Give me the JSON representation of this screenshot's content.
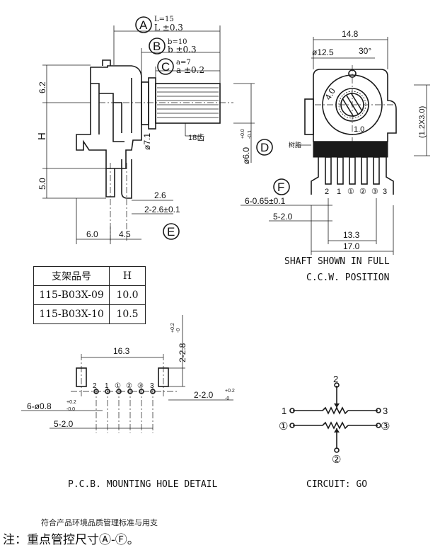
{
  "labels": {
    "A": "A",
    "B": "B",
    "C": "C",
    "D": "D",
    "E": "E",
    "F": "F",
    "L_nom": "L=15",
    "L_tol": "L ±0.3",
    "b_nom": "b=10",
    "b_tol": "b ±0.3",
    "a_nom": "a=7",
    "a_tol": "a ±0.2",
    "d62": "6.2",
    "H": "H",
    "d50": "5.0",
    "d71": "ø7.1",
    "teeth": "18齿",
    "d60": "ø6.0",
    "d60_sup": "+0.0",
    "d60_sub": "-0.1",
    "d26": "2.6",
    "d226": "2-2.6±0.1",
    "d60b": "6.0",
    "d45": "4.5",
    "d148": "14.8",
    "d125": "ø12.5",
    "ang": "30°",
    "d40": "4.0",
    "d10": "1.0",
    "d12x30": "(1.2X3.0)",
    "resin": "树脂",
    "d665": "6-0.65±0.1",
    "d520": "5-2.0",
    "d133": "13.3",
    "d170": "17.0",
    "shaft_note1": "SHAFT SHOWN IN FULL",
    "shaft_note2": "C.C.W. POSITION",
    "pin_labels": [
      "2",
      "1",
      "①",
      "②",
      "③",
      "3"
    ],
    "pcb_163": "16.3",
    "pcb_28": "2-2.8",
    "pcb_28_sup": "+0.2",
    "pcb_28_sub": "-0",
    "pcb_20": "2-2.0",
    "pcb_20_sup": "+0.2",
    "pcb_20_sub": "-0",
    "pcb_08": "6-ø0.8",
    "pcb_08_sup": "+0.2",
    "pcb_08_sub": "-0.0",
    "pcb_520": "5-2.0",
    "pcb_title": "P.C.B. MOUNTING HOLE DETAIL",
    "circuit_title": "CIRCUIT: GO",
    "c_top": "2",
    "c_left": "1",
    "c_right": "3",
    "c_left2": "①",
    "c_right2": "③",
    "c_bot": "②"
  },
  "table": {
    "header": [
      "支架品号",
      "H"
    ],
    "rows": [
      [
        "115-B03X-09",
        "10.0"
      ],
      [
        "115-B03X-10",
        "10.5"
      ]
    ]
  },
  "notes": {
    "compliance": "符合产品环境品质管理标准与用支",
    "key_dims": "注：重点管控尺寸Ⓐ-Ⓕ。"
  }
}
